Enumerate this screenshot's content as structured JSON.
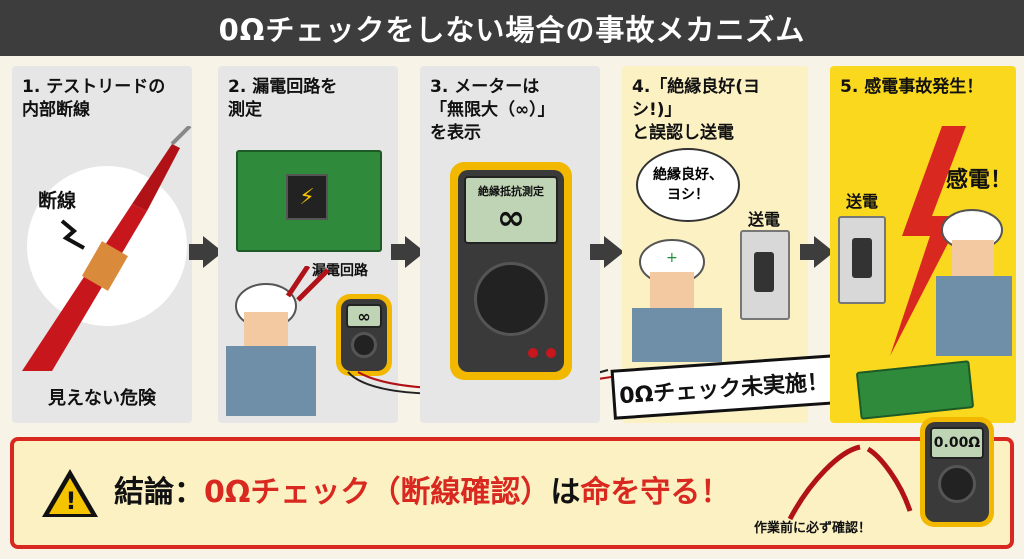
{
  "title": "0Ωチェックをしない場合の事故メカニズム",
  "steps": [
    {
      "title": "1. テストリードの\n内部断線",
      "label_break": "断線",
      "label_bottom": "見えない危険"
    },
    {
      "title": "2. 漏電回路を\n測定",
      "label_circuit": "漏電回路",
      "meter_display": "∞"
    },
    {
      "title": "3. メーターは\n「無限大（∞）」\nを表示",
      "meter_header": "絶縁抵抗測定",
      "meter_display": "∞"
    },
    {
      "title": "4.「絶縁良好(ヨシ!)」\nと誤認し送電",
      "bubble": "絶縁良好、\nヨシ！",
      "label_send": "送電",
      "banner": "0Ωチェック未実施！"
    },
    {
      "title": "5. 感電事故発生！",
      "label_send": "送電",
      "label_shock": "感電！"
    }
  ],
  "conclusion": {
    "prefix": "結論：",
    "main": "0Ωチェック（断線確認）",
    "middle": "は",
    "end": "命を守る！",
    "meter_display": "0.00Ω",
    "caption": "作業前に必ず確認！"
  },
  "colors": {
    "accent_red": "#d9281f",
    "warning_yellow": "#f5c400",
    "meter_yellow": "#f2b800",
    "header_dark": "#3d3d3d"
  }
}
